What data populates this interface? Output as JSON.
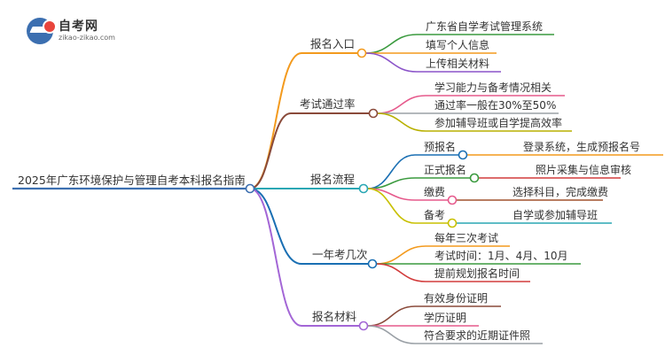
{
  "logo": {
    "title": "自考网",
    "url": "zikao-zikao.com"
  },
  "root": {
    "label": "2025年广东环境保护与管理自考本科报名指南",
    "color": "#3c6fb0"
  },
  "branches": [
    {
      "label": "报名入口",
      "color": "#f39a1d",
      "children": [
        {
          "label": "广东省自学考试管理系统",
          "color": "#3a9a3e"
        },
        {
          "label": "填写个人信息",
          "color": "#f39a1d"
        },
        {
          "label": "上传相关材料",
          "color": "#8b54c9"
        }
      ]
    },
    {
      "label": "考试通过率",
      "color": "#8a4a3a",
      "children": [
        {
          "label": "学习能力与备考情况相关",
          "color": "#e65a8c"
        },
        {
          "label": "通过率一般在30%至50%",
          "color": "#9aa0a6"
        },
        {
          "label": "参加辅导班或自学提高效率",
          "color": "#b8b000"
        }
      ]
    },
    {
      "label": "报名流程",
      "color": "#2aa7b4",
      "children": [
        {
          "label": "预报名",
          "color": "#1a6fb3",
          "children": [
            {
              "label": "登录系统，生成预报名号",
              "color": "#f39a1d"
            }
          ]
        },
        {
          "label": "正式报名",
          "color": "#3a9a3e",
          "children": [
            {
              "label": "照片采集与信息审核",
              "color": "#d23b3b"
            }
          ]
        },
        {
          "label": "缴费",
          "color": "#e65a8c",
          "children": [
            {
              "label": "选择科目，完成缴费",
              "color": "#a0522d"
            }
          ]
        },
        {
          "label": "备考",
          "color": "#c8c000",
          "children": [
            {
              "label": "自学或参加辅导班",
              "color": "#2aa7b4"
            }
          ]
        }
      ]
    },
    {
      "label": "一年考几次",
      "color": "#1a6fb3",
      "children": [
        {
          "label": "每年三次考试",
          "color": "#f39a1d"
        },
        {
          "label": "考试时间：1月、4月、10月",
          "color": "#3a9a3e"
        },
        {
          "label": "提前规划报名时间",
          "color": "#d23b3b"
        }
      ]
    },
    {
      "label": "报名材料",
      "color": "#a366d6",
      "children": [
        {
          "label": "有效身份证明",
          "color": "#8a4a3a"
        },
        {
          "label": "学历证明",
          "color": "#e65a8c"
        },
        {
          "label": "符合要求的近期证件照",
          "color": "#9aa0a6"
        }
      ]
    }
  ]
}
